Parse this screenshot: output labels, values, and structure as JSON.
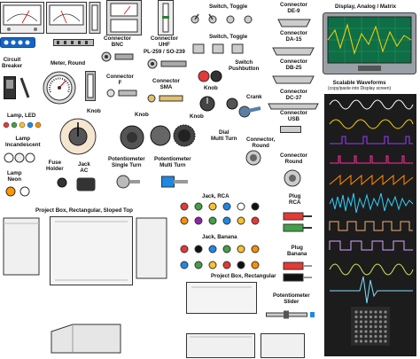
{
  "labels": {
    "switch_toggle_1": "Switch, Toggle",
    "switch_toggle_2": "Switch, Toggle",
    "connector_de9": [
      "Connector",
      "DE-9"
    ],
    "connector_da15": [
      "Connector",
      "DA-15"
    ],
    "connector_db25": [
      "Connector",
      "DB-25"
    ],
    "connector_dc37": [
      "Connector",
      "DC-37"
    ],
    "display": "Display, Analog / Matrix",
    "scalable_waveforms": [
      "Scalable Waveforms",
      "(copy/paste into Display screen)"
    ],
    "circuit_breaker": [
      "Circuit",
      "Breaker"
    ],
    "meter_round": "Meter, Round",
    "connector_bnc": [
      "Connector",
      "BNC"
    ],
    "connector_uhf": [
      "Connector",
      "UHF",
      "PL-259 / SO-239"
    ],
    "switch_pushbutton": [
      "Switch",
      "Pushbutton"
    ],
    "connector_f": [
      "Connector",
      "F"
    ],
    "connector_sma": [
      "Connector",
      "SMA"
    ],
    "knob_1": "Knob",
    "crank": "Crank",
    "connector_usb": [
      "Connector",
      "USB"
    ],
    "lamp_led": "Lamp, LED",
    "knob_2": "Knob",
    "knob_3": "Knob",
    "knob_4": "Knob",
    "lamp_incandescent": [
      "Lamp",
      "Incandescent"
    ],
    "dial": [
      "Dial",
      "Multi Turn"
    ],
    "connector_round": [
      "Connector,",
      "Round"
    ],
    "connector_round_2": [
      "Connector",
      "Round"
    ],
    "lamp_neon": [
      "Lamp",
      "Neon"
    ],
    "fuse_holder": [
      "Fuse",
      "Holder"
    ],
    "jack_ac": [
      "Jack",
      "AC"
    ],
    "pot_single": [
      "Potentiometer",
      "Single Turn"
    ],
    "pot_multi": [
      "Potentiometer",
      "Multi Turn"
    ],
    "project_box_sloped": "Project Box, Rectangular, Sloped Top",
    "jack_rca": "Jack, RCA",
    "plug_rca": [
      "Plug",
      "RCA"
    ],
    "jack_banana": "Jack, Banana",
    "plug_banana": [
      "Plug",
      "Banana"
    ],
    "project_box_rect": "Project Box, Rectangular",
    "pot_slider": [
      "Potentiometer",
      "Slider"
    ]
  },
  "colors": {
    "display_bg": "#0e6e46",
    "display_frame": "#9aa0a6",
    "waveform_panel": "#1c1c1c",
    "waveforms": [
      "#ffffff",
      "#ffd400",
      "#9a3cff",
      "#ff2fa0",
      "#ff8a00",
      "#2fd0ff",
      "#f0b27a",
      "#d9a6ff",
      "#c6e85f",
      "#7fdfff"
    ],
    "led": [
      "#e53935",
      "#43a047",
      "#fbc02d",
      "#1e88e5",
      "#fb8c00"
    ],
    "rca": [
      "#e53935",
      "#43a047",
      "#fbc02d",
      "#1e88e5",
      "#ffffff",
      "#111111",
      "#ff8f00",
      "#8e24aa"
    ],
    "banana": [
      "#e53935",
      "#111111",
      "#1e88e5",
      "#43a047",
      "#fbc02d",
      "#ff8f00"
    ]
  }
}
